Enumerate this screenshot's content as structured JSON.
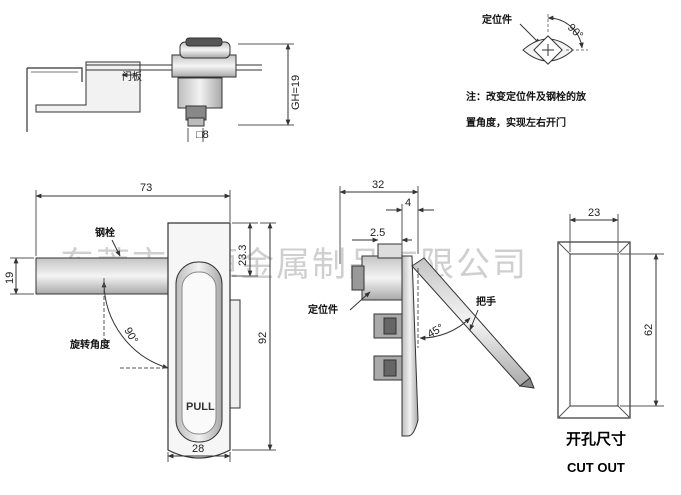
{
  "labels": {
    "door_panel": "门板",
    "gh": "GH=19",
    "sq8": "□8",
    "positioner_top": "定位件",
    "angle90_top": "90°",
    "note_line1": "注：改变定位件及钢栓的放",
    "note_line2": "置角度，实现左右开门",
    "latch_bolt": "钢栓",
    "rotation_angle": "旋转角度",
    "angle90_front": "90°",
    "pull": "PULL",
    "positioner_side": "定位件",
    "handle": "把手",
    "angle45": "45°",
    "cutout_cn": "开孔尺寸",
    "cutout_en": "CUT OUT",
    "watermark": "东莞市歌恒金属制品有限公司"
  },
  "dims": {
    "d73": "73",
    "d19": "19",
    "d23_3": "23.3",
    "d92": "92",
    "d28": "28",
    "d32": "32",
    "d4": "4",
    "d2_5": "2.5",
    "d23": "23",
    "d62": "62"
  },
  "colors": {
    "line": "#333333",
    "metal": "#9a9a9a",
    "metal_light": "#d9d9d9"
  }
}
